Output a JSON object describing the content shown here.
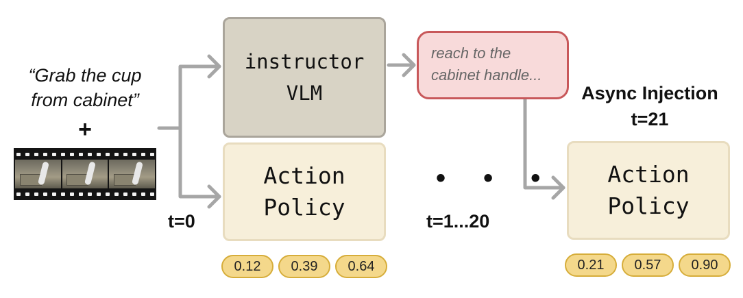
{
  "instruction": {
    "line1": "“Grab the cup",
    "line2": "from cabinet”"
  },
  "plus": "+",
  "instructor": {
    "line1": "instructor",
    "line2": "VLM"
  },
  "bubble": {
    "line1": "reach to the",
    "line2": "cabinet handle..."
  },
  "policy_left": {
    "line1": "Action",
    "line2": "Policy"
  },
  "policy_right": {
    "line1": "Action",
    "line2": "Policy"
  },
  "injection": {
    "line1": "Async Injection",
    "line2": "t=21"
  },
  "time_t0": "t=0",
  "time_t1_20": "t=1...20",
  "ellipsis": "• • •",
  "actions_left": [
    "0.12",
    "0.39",
    "0.64"
  ],
  "actions_right": [
    "0.21",
    "0.57",
    "0.90"
  ],
  "colors": {
    "connector": "#a6a6a6",
    "vlm_fill": "#d8d3c5",
    "policy_fill": "#f7efda",
    "bubble_fill": "#f8dada",
    "bubble_border": "#c8585a",
    "chip_fill": "#f4d88b"
  }
}
